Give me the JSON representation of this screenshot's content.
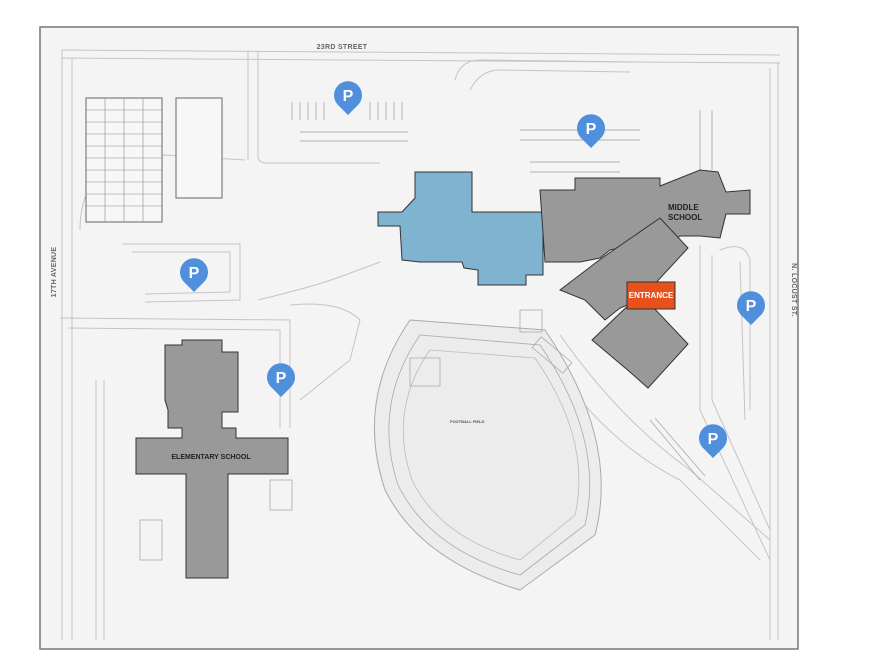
{
  "streets": {
    "north": "23RD STREET",
    "west": "17TH AVENUE",
    "east": "N. LOCUST ST."
  },
  "buildings": {
    "middle_school_line1": "MIDDLE",
    "middle_school_line2": "SCHOOL",
    "elementary_school": "ELEMENTARY SCHOOL",
    "entrance": "ENTRANCE"
  },
  "parking_marker": {
    "letter": "P",
    "color": "#4f8fdb",
    "icon": "parking-pin-icon"
  },
  "colors": {
    "annex_building": "#7fb3d0",
    "school_building": "#999999",
    "entrance_sign": "#e8501c"
  }
}
